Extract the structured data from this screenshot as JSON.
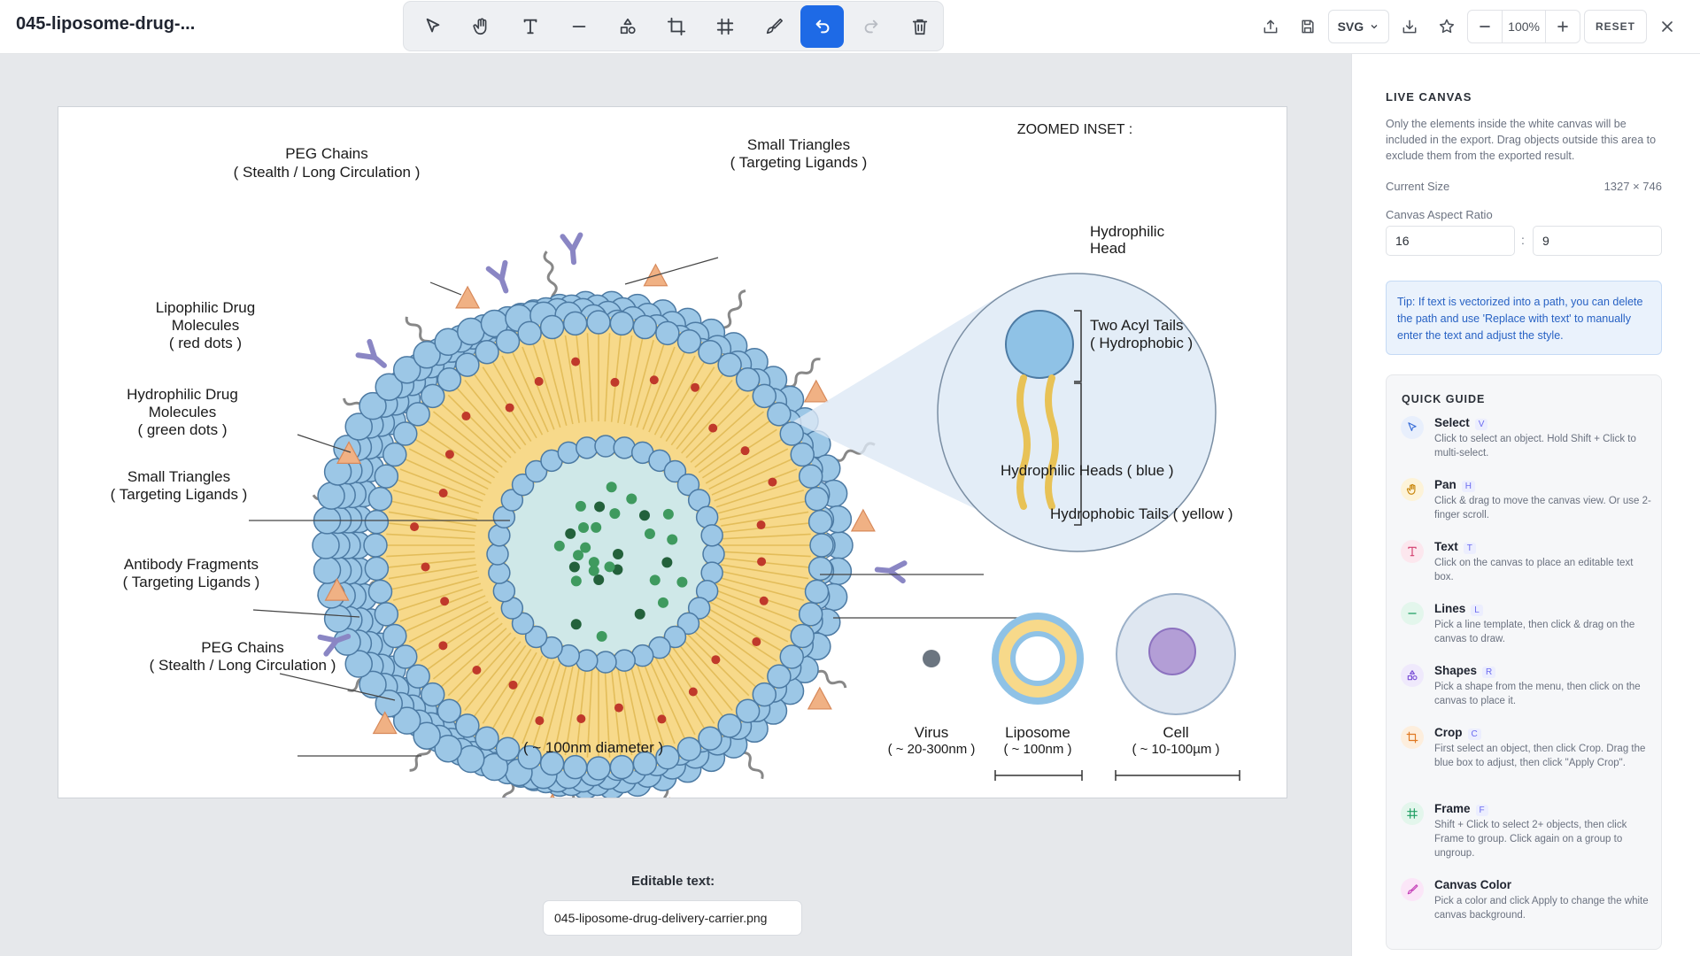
{
  "document": {
    "title": "045-liposome-drug-..."
  },
  "toolbar": {
    "tools": [
      {
        "name": "select-tool",
        "icon": "cursor-icon"
      },
      {
        "name": "pan-tool",
        "icon": "hand-icon"
      },
      {
        "name": "text-tool",
        "icon": "text-icon"
      },
      {
        "name": "line-tool",
        "icon": "line-icon"
      },
      {
        "name": "shapes-tool",
        "icon": "shapes-icon"
      },
      {
        "name": "crop-tool",
        "icon": "crop-icon"
      },
      {
        "name": "frame-tool",
        "icon": "frame-icon"
      },
      {
        "name": "canvas-color-tool",
        "icon": "brush-icon"
      },
      {
        "name": "undo-button",
        "icon": "undo-icon",
        "state": "active"
      },
      {
        "name": "redo-button",
        "icon": "redo-icon",
        "state": "disabled"
      },
      {
        "name": "delete-button",
        "icon": "trash-icon"
      }
    ],
    "accent_color": "#1e6ae6"
  },
  "header_actions": {
    "format": "SVG",
    "zoom": "100%",
    "reset_label": "RESET"
  },
  "canvas": {
    "labels": {
      "peg_top_1": "PEG Chains",
      "peg_top_2": "( Stealth / Long Circulation )",
      "tri_top_1": "Small Triangles",
      "tri_top_2": "( Targeting Ligands )",
      "lipo_1": "Lipophilic Drug",
      "lipo_2": "Molecules",
      "lipo_3": "( red dots )",
      "hydro_1": "Hydrophilic Drug",
      "hydro_2": "Molecules",
      "hydro_3": "( green dots )",
      "tri_left_1": "Small Triangles",
      "tri_left_2": "( Targeting Ligands )",
      "anti_1": "Antibody Fragments",
      "anti_2": "( Targeting Ligands )",
      "peg_bot_1": "PEG Chains",
      "peg_bot_2": "( Stealth / Long Circulation )",
      "diameter": "( ~ 100nm diameter )",
      "inset_title": "ZOOMED INSET :",
      "inset_head_1": "Hydrophilic",
      "inset_head_2": "Head",
      "inset_tail_1": "Two Acyl Tails",
      "inset_tail_2": "( Hydrophobic )",
      "heads_label": "Hydrophilic Heads ( blue )",
      "tails_label": "Hydrophobic Tails ( yellow )",
      "virus_1": "Virus",
      "virus_2": "( ~ 20-300nm )",
      "lipo_s_1": "Liposome",
      "lipo_s_2": "( ~ 100nm )",
      "cell_1": "Cell",
      "cell_2": "( ~ 10-100µm )"
    }
  },
  "editable": {
    "label": "Editable text:",
    "value": "045-liposome-drug-delivery-carrier.png"
  },
  "panel": {
    "title": "LIVE CANVAS",
    "description": "Only the elements inside the white canvas will be included in the export. Drag objects outside this area to exclude them from the exported result.",
    "size_label": "Current Size",
    "size_value": "1327 × 746",
    "aspect_label": "Canvas Aspect Ratio",
    "aspect_w": "16",
    "aspect_sep": ":",
    "aspect_h": "9",
    "tip": "Tip: If text is vectorized into a path, you can delete the path and use 'Replace with text' to manually enter the text and adjust the style.",
    "guide_title": "QUICK GUIDE",
    "guide": [
      {
        "title": "Select",
        "key": "V",
        "desc": "Click to select an object. Hold Shift + Click to multi-select.",
        "icon": "cursor-icon",
        "color": "#3b6fd8",
        "bg": "#e8effc"
      },
      {
        "title": "Pan",
        "key": "H",
        "desc": "Click & drag to move the canvas view. Or use 2-finger scroll.",
        "icon": "hand-icon",
        "color": "#c9870d",
        "bg": "#fdf3d8"
      },
      {
        "title": "Text",
        "key": "T",
        "desc": "Click on the canvas to place an editable text box.",
        "icon": "text-icon",
        "color": "#d23f6e",
        "bg": "#fce7ee"
      },
      {
        "title": "Lines",
        "key": "L",
        "desc": "Pick a line template, then click & drag on the canvas to draw.",
        "icon": "line-icon",
        "color": "#1f9e62",
        "bg": "#e3f6ec"
      },
      {
        "title": "Shapes",
        "key": "R",
        "desc": "Pick a shape from the menu, then click on the canvas to place it.",
        "icon": "shapes-icon",
        "color": "#7a4fd6",
        "bg": "#efe9fc"
      },
      {
        "title": "Crop",
        "key": "C",
        "desc": "First select an object, then click Crop. Drag the blue box to adjust, then click \"Apply Crop\".",
        "icon": "crop-icon",
        "color": "#e07822",
        "bg": "#fdeedd"
      },
      {
        "title": "Frame",
        "key": "F",
        "desc": "Shift + Click to select 2+ objects, then click Frame to group. Click again on a group to ungroup.",
        "icon": "frame-icon",
        "color": "#1f9e62",
        "bg": "#e3f6ec"
      },
      {
        "title": "Canvas Color",
        "key": "",
        "desc": "Pick a color and click Apply to change the white canvas background.",
        "icon": "brush-icon",
        "color": "#c43fb8",
        "bg": "#fbe6f8"
      }
    ]
  }
}
